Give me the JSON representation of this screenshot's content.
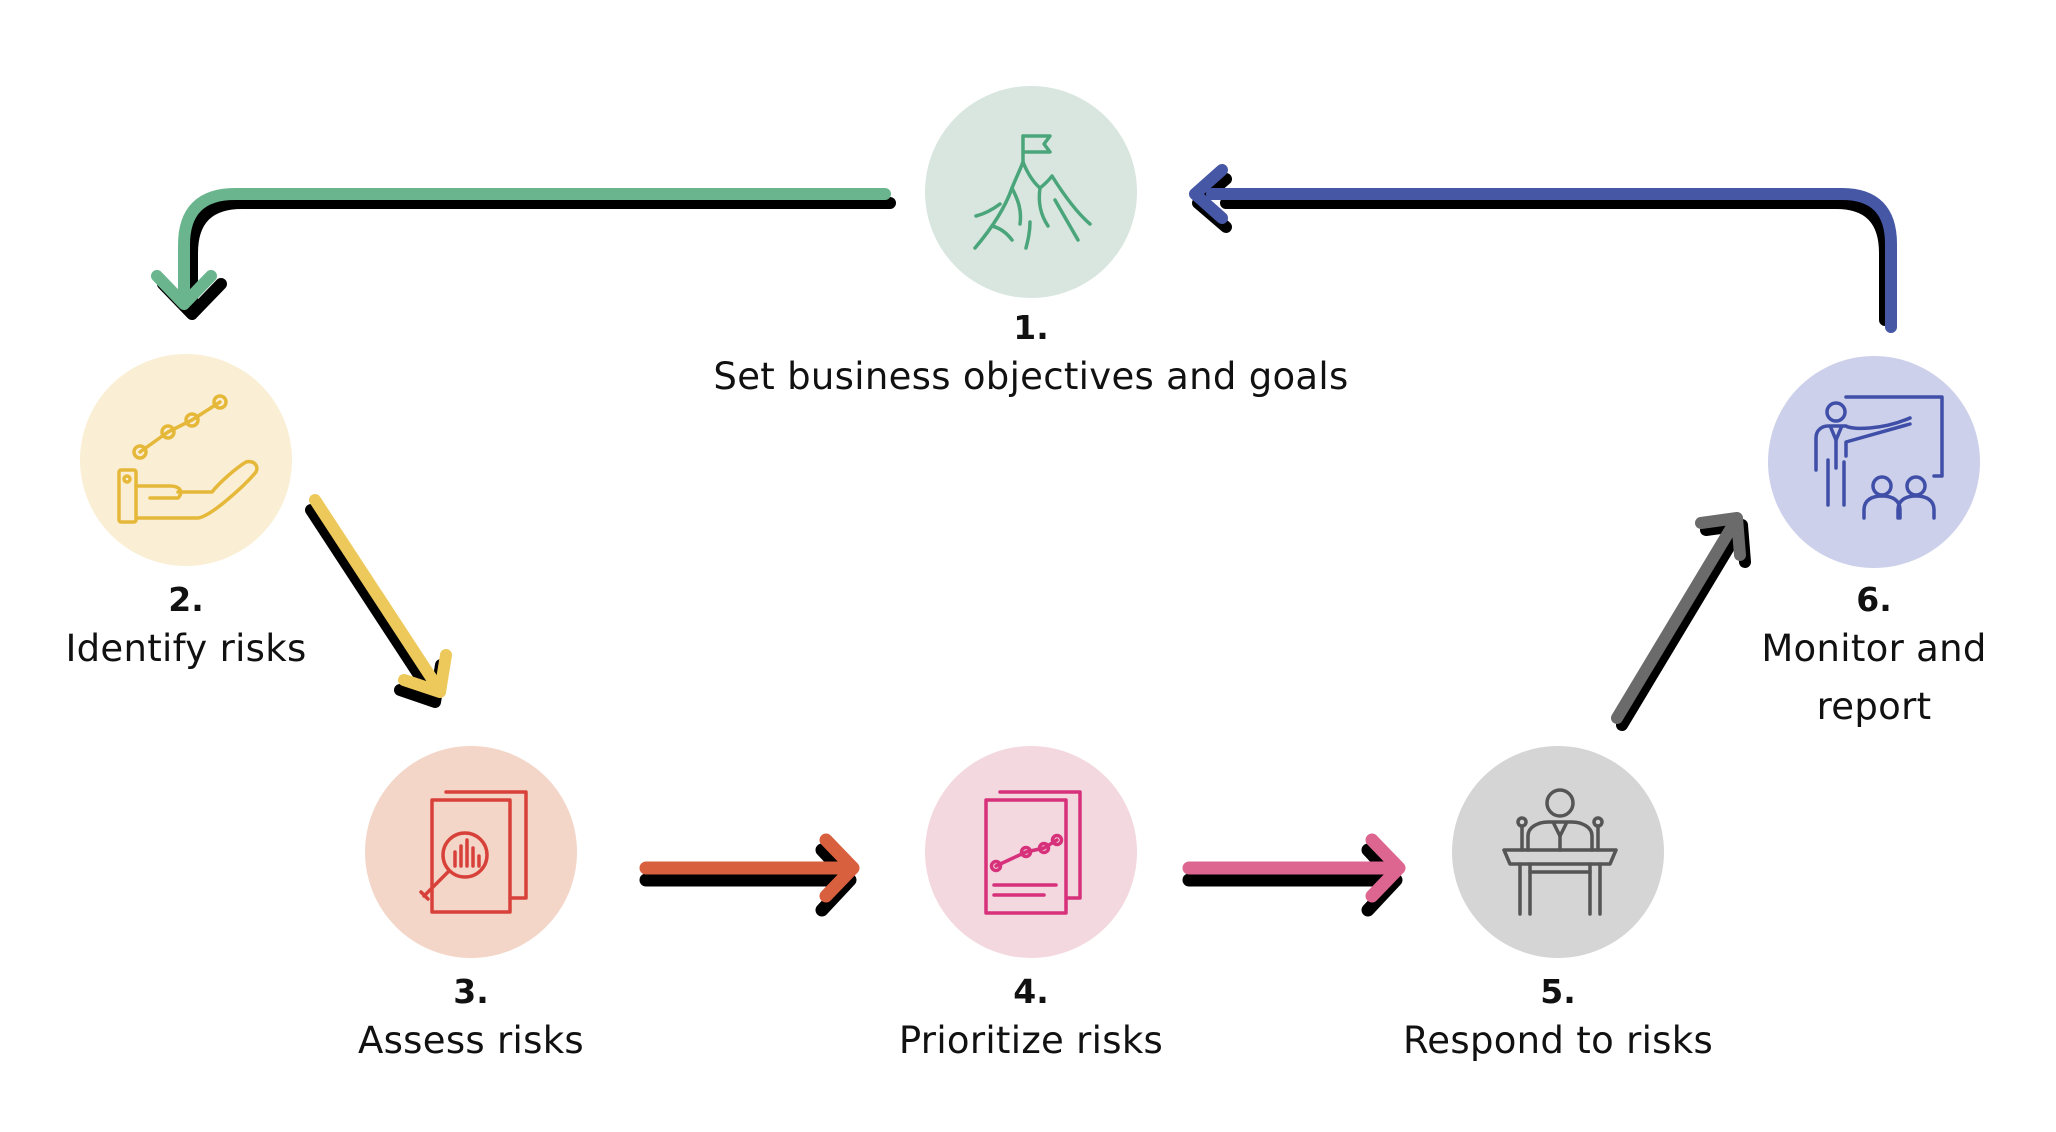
{
  "steps": [
    {
      "number": "1.",
      "label": "Set business objectives and goals",
      "icon": "mountain-flag-icon",
      "circle_color": "#d8e6df",
      "stroke_color": "#4aa57b"
    },
    {
      "number": "2.",
      "label": "Identify risks",
      "icon": "hand-chart-icon",
      "circle_color": "#faefd4",
      "stroke_color": "#e6b83a"
    },
    {
      "number": "3.",
      "label": "Assess risks",
      "icon": "document-magnifier-icon",
      "circle_color": "#f3d6c8",
      "stroke_color": "#d8413a"
    },
    {
      "number": "4.",
      "label": "Prioritize risks",
      "icon": "document-chart-icon",
      "circle_color": "#f4d8df",
      "stroke_color": "#d6317a"
    },
    {
      "number": "5.",
      "label": "Respond to risks",
      "icon": "podium-speaker-icon",
      "circle_color": "#d5d5d5",
      "stroke_color": "#555555"
    },
    {
      "number": "6.",
      "label_lines": [
        "Monitor and",
        "report"
      ],
      "icon": "presentation-board-icon",
      "circle_color": "#cdd0ea",
      "stroke_color": "#3f4fa8"
    }
  ],
  "arrow_colors": {
    "one_to_two": "#6ab58e",
    "two_to_three": "#edc95b",
    "three_to_four": "#d9603f",
    "four_to_five": "#dd6690",
    "five_to_six": "#6b6b6b",
    "six_to_one": "#4657a6",
    "shadow": "#000000"
  }
}
